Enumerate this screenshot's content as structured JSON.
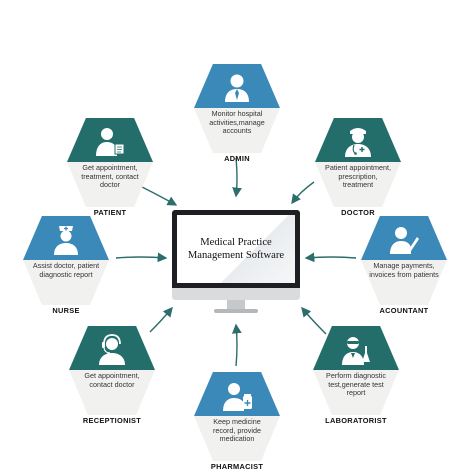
{
  "center": {
    "title": "Medical Practice Management Software"
  },
  "nodes": [
    {
      "role": "ADMIN",
      "description": "Monitor hospital activities,manage accounts",
      "color": "#3b89b8",
      "icon": "admin-user-icon"
    },
    {
      "role": "PATIENT",
      "description": "Get appointment, treatment, contact doctor",
      "color": "#236d6a",
      "icon": "patient-icon"
    },
    {
      "role": "DOCTOR",
      "description": "Patient appointment, prescription, treatment",
      "color": "#236d6a",
      "icon": "doctor-icon"
    },
    {
      "role": "NURSE",
      "description": "Assist doctor, patient diagnostic report",
      "color": "#3b89b8",
      "icon": "nurse-icon"
    },
    {
      "role": "ACOUNTANT",
      "description": "Manage payments, invoices from patients",
      "color": "#3b89b8",
      "icon": "accountant-icon"
    },
    {
      "role": "RECEPTIONIST",
      "description": "Get appointment, contact doctor",
      "color": "#236d6a",
      "icon": "receptionist-icon"
    },
    {
      "role": "LABORATORIST",
      "description": "Perform diagnostic test,generate test report",
      "color": "#236d6a",
      "icon": "laboratorist-icon"
    },
    {
      "role": "PHARMACIST",
      "description": "Keep medicine record, provide medication",
      "color": "#3b89b8",
      "icon": "pharmacist-icon"
    }
  ]
}
